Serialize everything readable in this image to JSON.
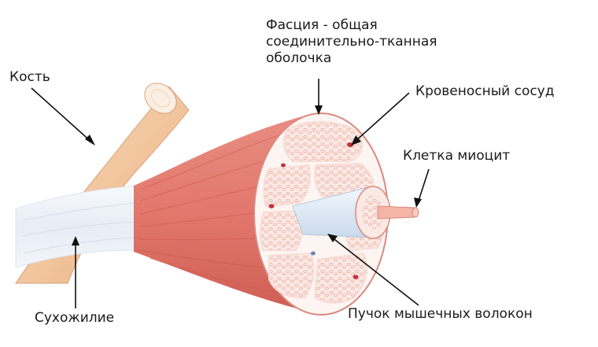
{
  "labels": {
    "bone": "Кость",
    "fascia": [
      "Фасция - общая",
      "соединительно-тканная",
      "оболочка"
    ],
    "vessel": "Кровеносный сосуд",
    "myocyte": "Клетка миоцит",
    "tendon": "Сухожилие",
    "bundle": "Пучок мышечных волокон"
  },
  "colors": {
    "muscle": "#e2776c",
    "muscle_dark": "#c9524a",
    "bone": "#f3c9a4",
    "tendon": "#eef3f8",
    "fascicle_fill": "#fbe8e3",
    "fascia": "#fdf6f4",
    "vessel": "#c7323a",
    "fiber": "#dfeaf6",
    "myocyte": "#f4b4a6",
    "leader": "#111111"
  }
}
